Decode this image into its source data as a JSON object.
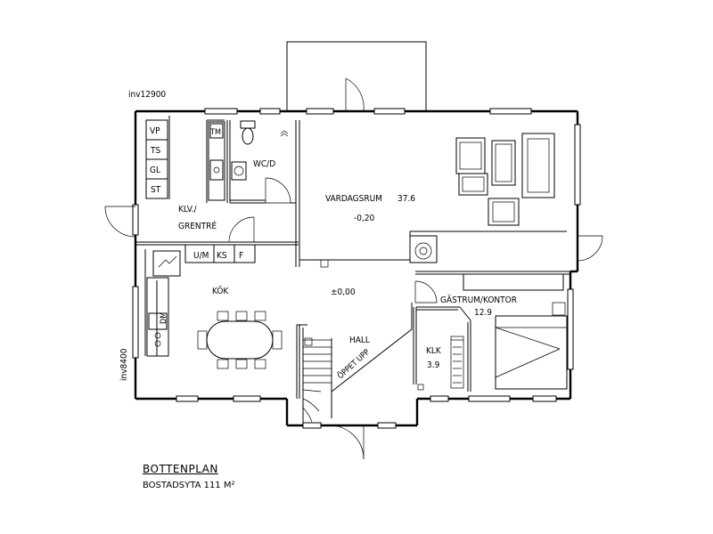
{
  "dimensions": {
    "width_label": "inv12900",
    "depth_label": "inv8400"
  },
  "rooms": {
    "living": {
      "name": "VARDAGSRUM",
      "area": "37.6",
      "level": "-0,20"
    },
    "wc": {
      "name": "WC/D"
    },
    "utility": {
      "line1": "KLV./",
      "line2": "GRENTRÉ"
    },
    "kitchen": {
      "name": "KÖK"
    },
    "center_level": "±0,00",
    "hall": {
      "name": "HALL"
    },
    "stairs": {
      "label": "ÖPPET UPP"
    },
    "guest": {
      "name": "GÄSTRUM/KONTOR",
      "area": "12.9"
    },
    "closet": {
      "name": "KLK",
      "area": "3.9"
    }
  },
  "appliances": {
    "cabinet_vp": "VP",
    "cabinet_ts": "TS",
    "cabinet_gl": "GL",
    "cabinet_st": "ST",
    "washer_tm": "TM",
    "kitchen_um": "U/M",
    "kitchen_ks": "KS",
    "kitchen_f": "F",
    "kitchen_dm": "DM"
  },
  "footer": {
    "title": "BOTTENPLAN",
    "subtitle": "BOSTADSYTA   111 M²"
  }
}
